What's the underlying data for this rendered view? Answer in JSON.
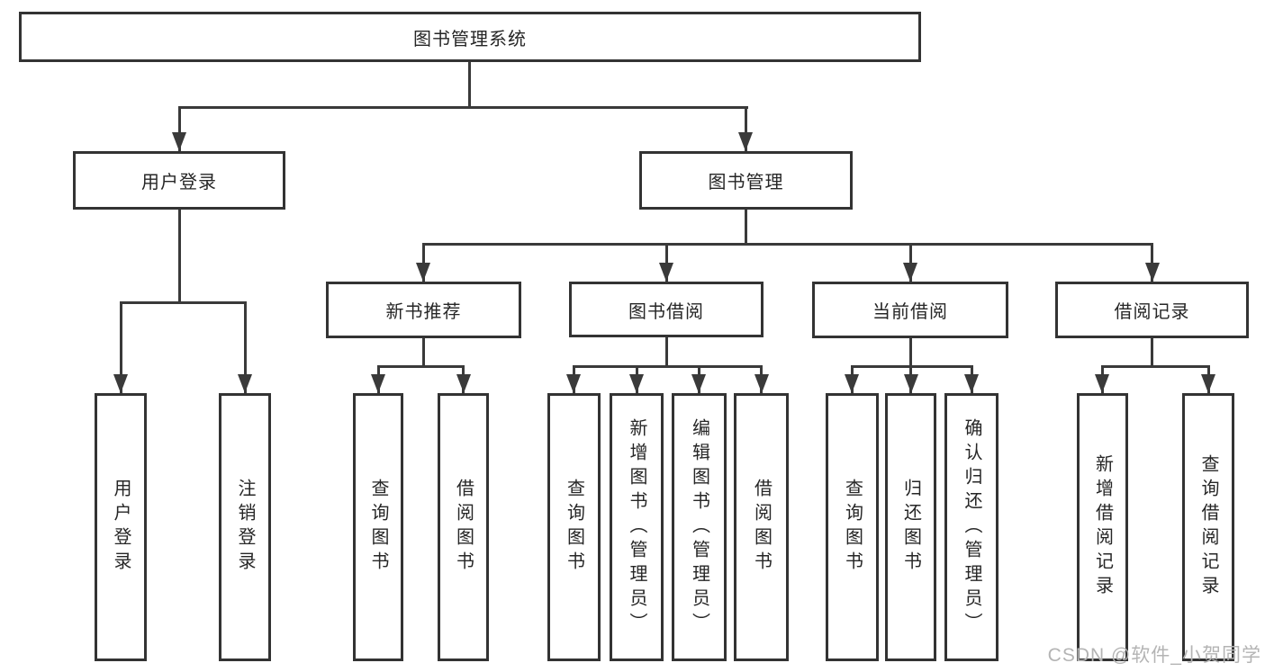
{
  "tree": {
    "root": {
      "label": "图书管理系统"
    },
    "branches": [
      {
        "label": "用户登录",
        "children": [
          {
            "label": "用户登录"
          },
          {
            "label": "注销登录"
          }
        ]
      },
      {
        "label": "图书管理",
        "children": [
          {
            "label": "新书推荐",
            "children": [
              {
                "label": "查询图书"
              },
              {
                "label": "借阅图书"
              }
            ]
          },
          {
            "label": "图书借阅",
            "children": [
              {
                "label": "查询图书"
              },
              {
                "label": "新增图书（管理员）"
              },
              {
                "label": "编辑图书（管理员）"
              },
              {
                "label": "借阅图书"
              }
            ]
          },
          {
            "label": "当前借阅",
            "children": [
              {
                "label": "查询图书"
              },
              {
                "label": "归还图书"
              },
              {
                "label": "确认归还（管理员）"
              }
            ]
          },
          {
            "label": "借阅记录",
            "children": [
              {
                "label": "新增借阅记录"
              },
              {
                "label": "查询借阅记录"
              }
            ]
          }
        ]
      }
    ]
  },
  "watermark": "CSDN @软件_小贺同学",
  "colors": {
    "line": "#3a3a3a",
    "border": "#333333",
    "text": "#262626",
    "watermark": "#b4b4b4",
    "background": "#ffffff"
  }
}
